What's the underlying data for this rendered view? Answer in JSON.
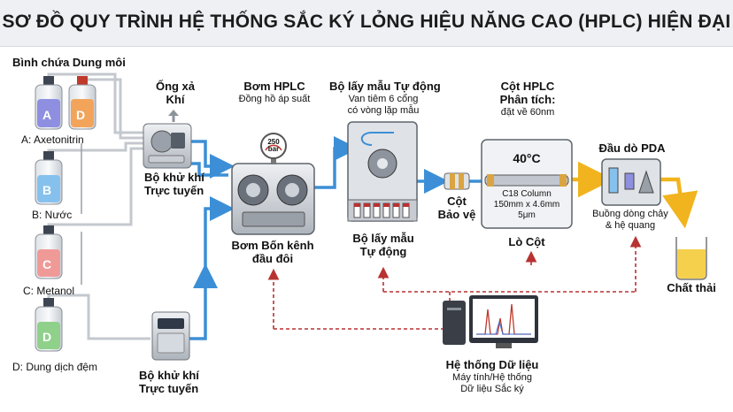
{
  "title": "SƠ ĐỒ QUY TRÌNH HỆ THỐNG SẮC KÝ LỎNG HIỆU NĂNG CAO (HPLC) HIỆN ĐẠI",
  "reservoirs": {
    "heading": "Bình chứa Dung môi",
    "bottles": [
      {
        "letter": "A",
        "label": "A: Axetonitrin",
        "color": "#8e8fe0"
      },
      {
        "letter": "D",
        "label": "",
        "color": "#f2a45b"
      },
      {
        "letter": "B",
        "label": "B: Nước",
        "color": "#86c1ee"
      },
      {
        "letter": "C",
        "label": "C: Metanol",
        "color": "#f09a98"
      },
      {
        "letter": "D",
        "label": "D: Dung dịch đệm",
        "color": "#8fd08a"
      }
    ]
  },
  "degasser_top": {
    "vent_line1": "Ống xả",
    "vent_line2": "Khí",
    "line1": "Bộ khử khí",
    "line2": "Trực tuyến"
  },
  "degasser_bottom": {
    "line1": "Bộ khử khí",
    "line2": "Trực tuyến"
  },
  "pump": {
    "title": "Bơm HPLC",
    "subtitle": "Đồng hồ áp suất",
    "gauge": "250",
    "gauge_unit": "bar",
    "line1": "Bơm Bốn kênh",
    "line2": "đầu đôi"
  },
  "autosampler": {
    "title": "Bộ lấy mẫu Tự động",
    "sub1": "Van tiêm 6 cổng",
    "sub2": "có vòng lặp mẫu",
    "line1": "Bộ lấy mẫu",
    "line2": "Tự động"
  },
  "guard": {
    "line1": "Cột",
    "line2": "Bảo vệ"
  },
  "column": {
    "title1": "Cột HPLC",
    "title2": "Phân tích:",
    "subtitle": "đặt về 60nm",
    "temp": "40°C",
    "spec1": "C18 Column",
    "spec2": "150mm x 4.6mm",
    "spec3": "5μm",
    "oven": "Lò Cột"
  },
  "detector": {
    "title": "Đầu dò PDA",
    "sub1": "Buồng dòng chảy",
    "sub2": "& hệ quang"
  },
  "waste": {
    "label": "Chất thải"
  },
  "data_system": {
    "title": "Hệ thống Dữ liệu",
    "sub1": "Máy tính/Hệ thống",
    "sub2": "Dữ liệu Sắc ký"
  },
  "colors": {
    "flow": "#3c8fd6",
    "outflow": "#f1b41e",
    "signal": "#b83232",
    "tube": "#c9cdd3"
  }
}
